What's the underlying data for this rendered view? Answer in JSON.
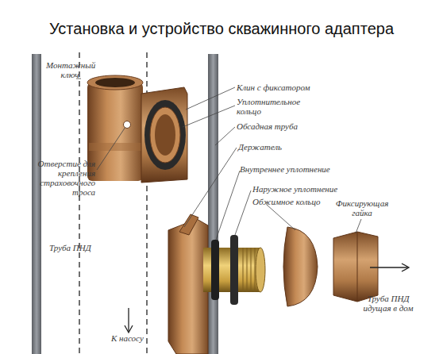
{
  "diagram": {
    "title": "Установка и устройство скважинного адаптера",
    "labels": [
      "Монтажный ключ",
      "Клин с фиксатором",
      "Уплотнительное кольцо",
      "Обсадная труба",
      "Держатель",
      "Отверстие для крепления страховочного троса",
      "Внутреннее уплотнение",
      "Наружное уплотнение",
      "Обжимное кольцо",
      "Фиксирующая гайка",
      "Труба ПНД",
      "Труба ПНД идущая в дом",
      "К насосу"
    ]
  }
}
